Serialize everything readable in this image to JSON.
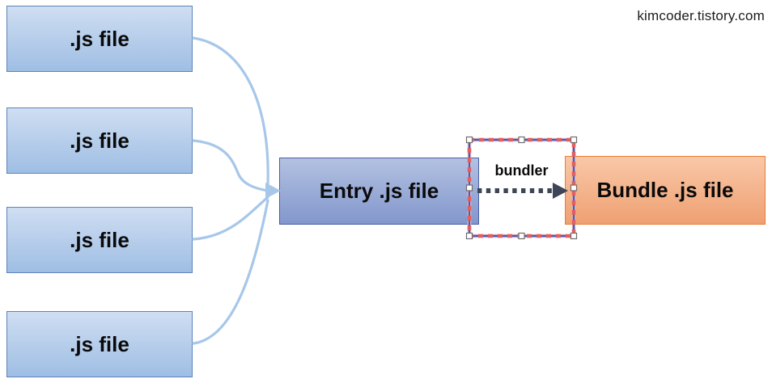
{
  "watermark": "kimcoder.tistory.com",
  "boxes": {
    "sources": [
      {
        "label": ".js file"
      },
      {
        "label": ".js file"
      },
      {
        "label": ".js file"
      },
      {
        "label": ".js file"
      }
    ],
    "entry": {
      "label": "Entry .js file"
    },
    "bundle": {
      "label": "Bundle .js file"
    }
  },
  "connector": {
    "bundler_label": "bundler"
  },
  "icons": {
    "converge_arrowhead": "right-arrowhead",
    "bundler_arrowhead": "right-arrowhead"
  },
  "colors": {
    "source-fill-top": "#cfdef2",
    "source-fill-bottom": "#9fbee4",
    "source-border": "#5b84ba",
    "entry-fill-top": "#b3c1e1",
    "entry-fill-bottom": "#8297cc",
    "entry-border": "#4a5ea6",
    "bundle-fill-top": "#f9c8a8",
    "bundle-fill-bottom": "#efa072",
    "bundle-border": "#ea7c34",
    "connector-blue": "#a7c7e9",
    "bundler-arrow": "#3e4557",
    "selection-pink": "#f6bcbc",
    "selection-red": "#e25f5f",
    "selection-blue": "#3f5fc0",
    "handle-fill": "#ffffff",
    "handle-border": "#6e6e6e",
    "text": "#0a0a0a"
  }
}
